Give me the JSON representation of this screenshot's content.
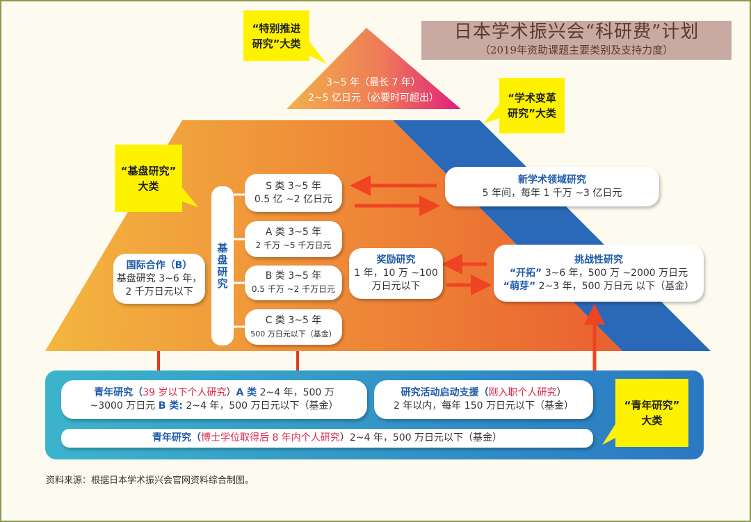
{
  "title": {
    "main": "日本学术振兴会“科研费”计划",
    "sub": "（2019年资助课题主要类别及支持力度）"
  },
  "colors": {
    "callout": "#fff200",
    "blue": "#1e5aa8",
    "red": "#d8284a",
    "arrow": "#ee4422"
  },
  "special": {
    "callout": [
      "“特别推进",
      "研究”大类"
    ],
    "lines": [
      "3~5 年（最长 7 年）",
      "2~5 亿日元（必要时可超出）"
    ]
  },
  "transformative": {
    "callout": [
      "“学术变革",
      "研究”大类"
    ]
  },
  "kiban": {
    "callout": [
      "“基盘研究”",
      "大类"
    ],
    "pill": "基盘研究",
    "s": [
      "S 类 3~5 年",
      "0.5 亿 ~2 亿日元"
    ],
    "a": [
      "A 类 3~5 年",
      "2 千万 ~5 千万日元"
    ],
    "b": [
      "B 类 3~5 年",
      "0.5 千万 ~2 千万日元"
    ],
    "c": [
      "C 类 3~5 年",
      "500 万日元以下（基金）"
    ],
    "intl": [
      "国际合作（B）",
      "基盘研究 3~6 年，",
      "2 千万日元以下"
    ]
  },
  "encouragement": [
    "奖励研究",
    "1 年，10 万 ~100",
    "万日元以下"
  ],
  "new_area": [
    "新学术领域研究",
    "5 年间，每年 1 千万 ~3 亿日元"
  ],
  "challenging": [
    "挑战性研究",
    "“开拓”",
    "3~6 年，500 万 ~2000 万日元",
    "“萌芽”",
    "2~3 年，500 万日元 以下（基金）"
  ],
  "young": {
    "callout": [
      "“青年研究”",
      "大类"
    ],
    "box1": {
      "a": "青年研究（",
      "b": "39 岁以下个人研究",
      "c": "）",
      "d": "A 类",
      "e": "2~4 年，500 万",
      "f": "~3000 万日元 ",
      "g": "B 类:",
      "h": " 2~4 年，500 万日元以下（基金）"
    },
    "box2": {
      "a": "研究活动启动支援（",
      "b": "刚入职个人研究",
      "c": "）",
      "d": "2 年以内，每年 150 万日元以下（基金）"
    },
    "box3": {
      "a": "青年研究（",
      "b": "博士学位取得后 8 年内个人研究",
      "c": "）",
      "d": "2~4 年，500 万日元以下（基金）"
    }
  },
  "source": "资料来源：根据日本学术振兴会官网资料综合制图。"
}
